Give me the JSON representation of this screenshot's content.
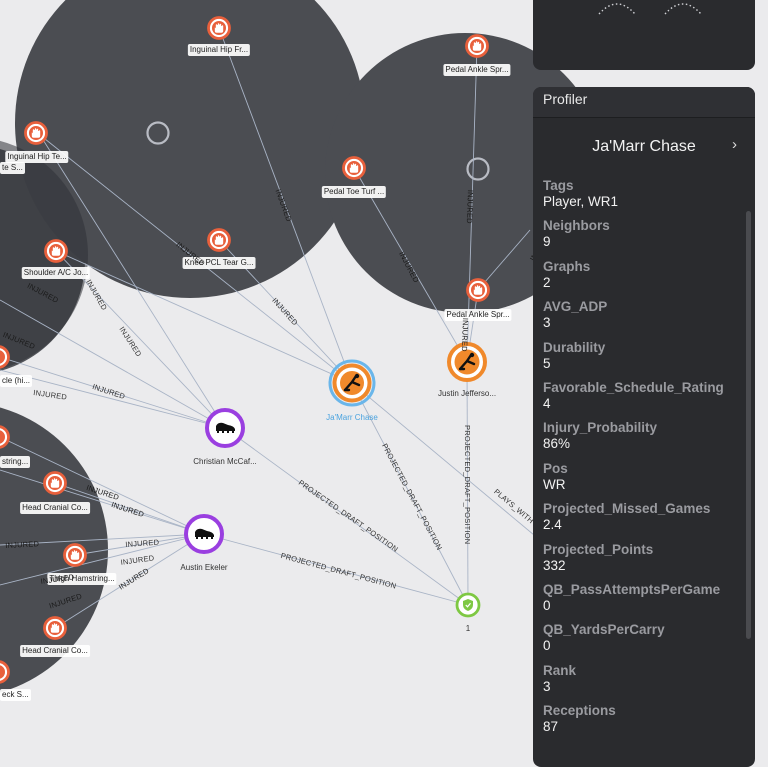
{
  "graph": {
    "nodes": {
      "inguinal_hip_fr": "Inguinal Hip Fr...",
      "inguinal_hip_te": "Inguinal Hip Te...",
      "edge_te": "te S...",
      "shoulder_ac": "Shoulder A/C Jo...",
      "knee_pcl": "Knee PCL Tear G...",
      "pedal_ankle_top": "Pedal Ankle Spr...",
      "pedal_toe": "Pedal Toe Turf ...",
      "pedal_ankle_mid": "Pedal Ankle Spr...",
      "ankle_hi": "cle (hi...",
      "hamstring_edge": "string...",
      "head_cranial_1": "Head Cranial Co...",
      "thigh_hamstring": "Thigh Hamstring...",
      "head_cranial_2": "Head Cranial Co...",
      "neck_edge": "eck S...",
      "jamarr": "Ja'Marr Chase",
      "justin": "Justin Jefferso...",
      "christian": "Christian McCaf...",
      "austin": "Austin Ekeler",
      "rank_node": "1"
    },
    "edges": {
      "injured": "INJURED",
      "projected": "PROJECTED_DRAFT_POSITION",
      "plays_with": "PLAYS_WITH",
      "injured_rev": "INJURED"
    },
    "colors": {
      "cluster": "#4b4d52",
      "injury": "#e8603c",
      "player_orange": "#f0892b",
      "player_purple": "#9a3fe0",
      "rank": "#7ec843",
      "selected_ring": "#6ab6ea",
      "edge": "#a9b4c6"
    },
    "icons": {
      "injury": "hand-icon",
      "player_wr": "receiver-icon",
      "player_rb": "cleat-icon",
      "rank": "shield-check-icon"
    }
  },
  "profiler": {
    "title": "Profiler",
    "entity": "Ja'Marr Chase",
    "properties": [
      {
        "key": "Tags",
        "value": "Player, WR1"
      },
      {
        "key": "Neighbors",
        "value": "9"
      },
      {
        "key": "Graphs",
        "value": "2"
      },
      {
        "key": "AVG_ADP",
        "value": "3"
      },
      {
        "key": "Durability",
        "value": "5"
      },
      {
        "key": "Favorable_Schedule_Rating",
        "value": "4"
      },
      {
        "key": "Injury_Probability",
        "value": "86%"
      },
      {
        "key": "Pos",
        "value": "WR"
      },
      {
        "key": "Projected_Missed_Games",
        "value": "2.4"
      },
      {
        "key": "Projected_Points",
        "value": "332"
      },
      {
        "key": "QB_PassAttemptsPerGame",
        "value": "0"
      },
      {
        "key": "QB_YardsPerCarry",
        "value": "0"
      },
      {
        "key": "Rank",
        "value": "3"
      },
      {
        "key": "Receptions",
        "value": "87"
      }
    ]
  }
}
